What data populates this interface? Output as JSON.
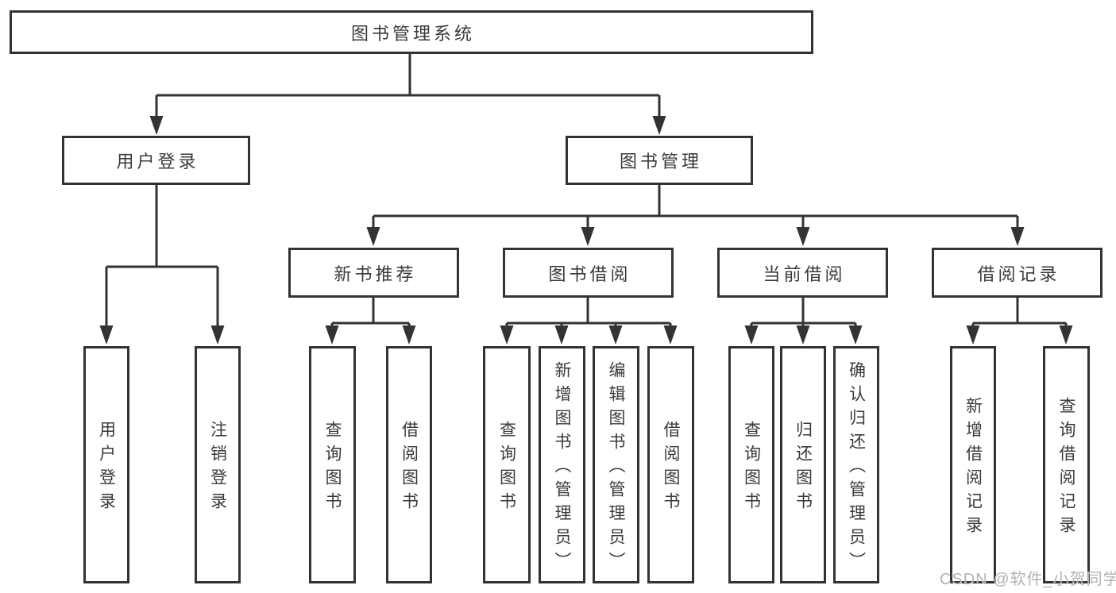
{
  "colors": {
    "line": "#333333",
    "text": "#3a3a3a",
    "background": "#ffffff",
    "watermark": "#b3b3b3"
  },
  "watermark": {
    "text": "CSDN @软件_小贺同学"
  },
  "tree": {
    "root": "图书管理系统",
    "branches": [
      {
        "label": "用户登录",
        "children": [
          "用户登录",
          "注销登录"
        ]
      },
      {
        "label": "图书管理",
        "groups": [
          {
            "label": "新书推荐",
            "children": [
              "查询图书",
              "借阅图书"
            ]
          },
          {
            "label": "图书借阅",
            "children": [
              "查询图书",
              "新增图书（管理员）",
              "编辑图书（管理员）",
              "借阅图书"
            ]
          },
          {
            "label": "当前借阅",
            "children": [
              "查询图书",
              "归还图书",
              "确认归还（管理员）"
            ]
          },
          {
            "label": "借阅记录",
            "children": [
              "新增借阅记录",
              "查询借阅记录"
            ]
          }
        ]
      }
    ]
  }
}
